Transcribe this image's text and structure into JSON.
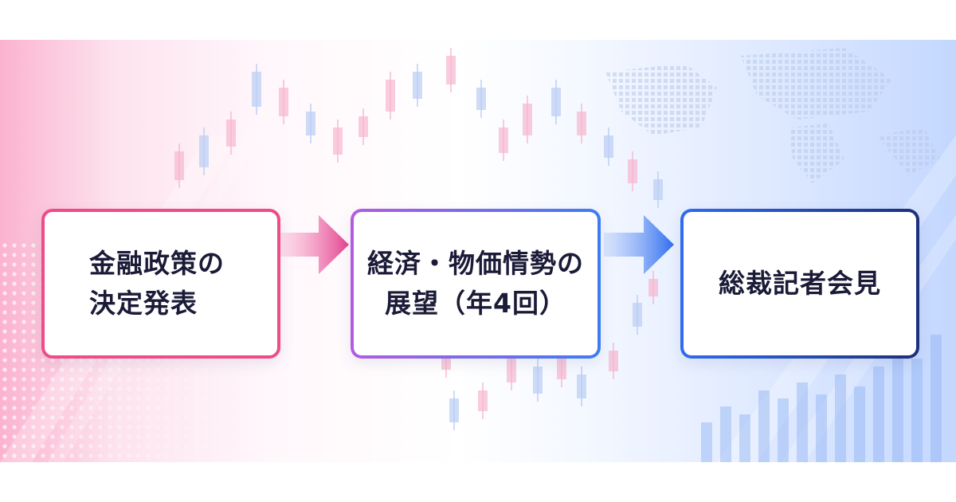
{
  "steps": [
    {
      "lines": [
        "金融政策の",
        "決定発表"
      ]
    },
    {
      "lines": [
        "経済・物価情勢の",
        "展望（年4回）"
      ]
    },
    {
      "lines": [
        "総裁記者会見"
      ]
    }
  ],
  "colors": {
    "step1_border": "#ef4b86",
    "step2_border": "#8f63e6",
    "step3_border": "#1d4fd8",
    "arrow1": "#e4418f",
    "arrow2": "#2f6cf0",
    "text": "#1b1b38"
  }
}
